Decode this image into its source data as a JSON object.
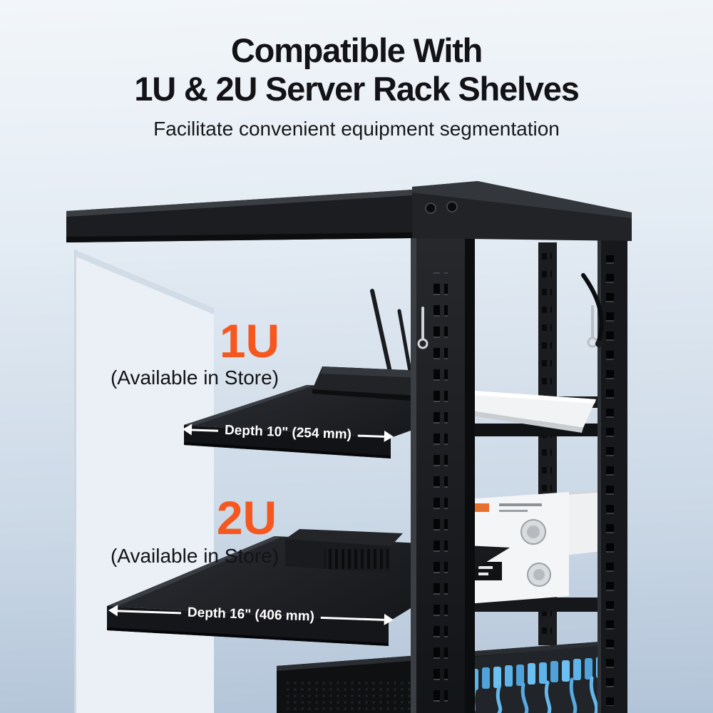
{
  "header": {
    "title_line1": "Compatible With",
    "title_line2": "1U & 2U Server Rack Shelves",
    "subtitle": "Facilitate convenient equipment segmentation"
  },
  "annotations": {
    "shelf_1u": {
      "label": "1U",
      "availability": "(Available in Store)",
      "depth": "Depth 10\" (254 mm)"
    },
    "shelf_2u": {
      "label": "2U",
      "availability": "(Available in Store)",
      "depth": "Depth 16\" (406 mm)"
    }
  },
  "colors": {
    "accent_orange": "#F5571F",
    "title_text": "#131317",
    "depth_label_text": "#FFFFFF",
    "background_top": "#F2F6FA",
    "background_bottom": "#B2C4D8",
    "rack_black": "#17181B"
  }
}
